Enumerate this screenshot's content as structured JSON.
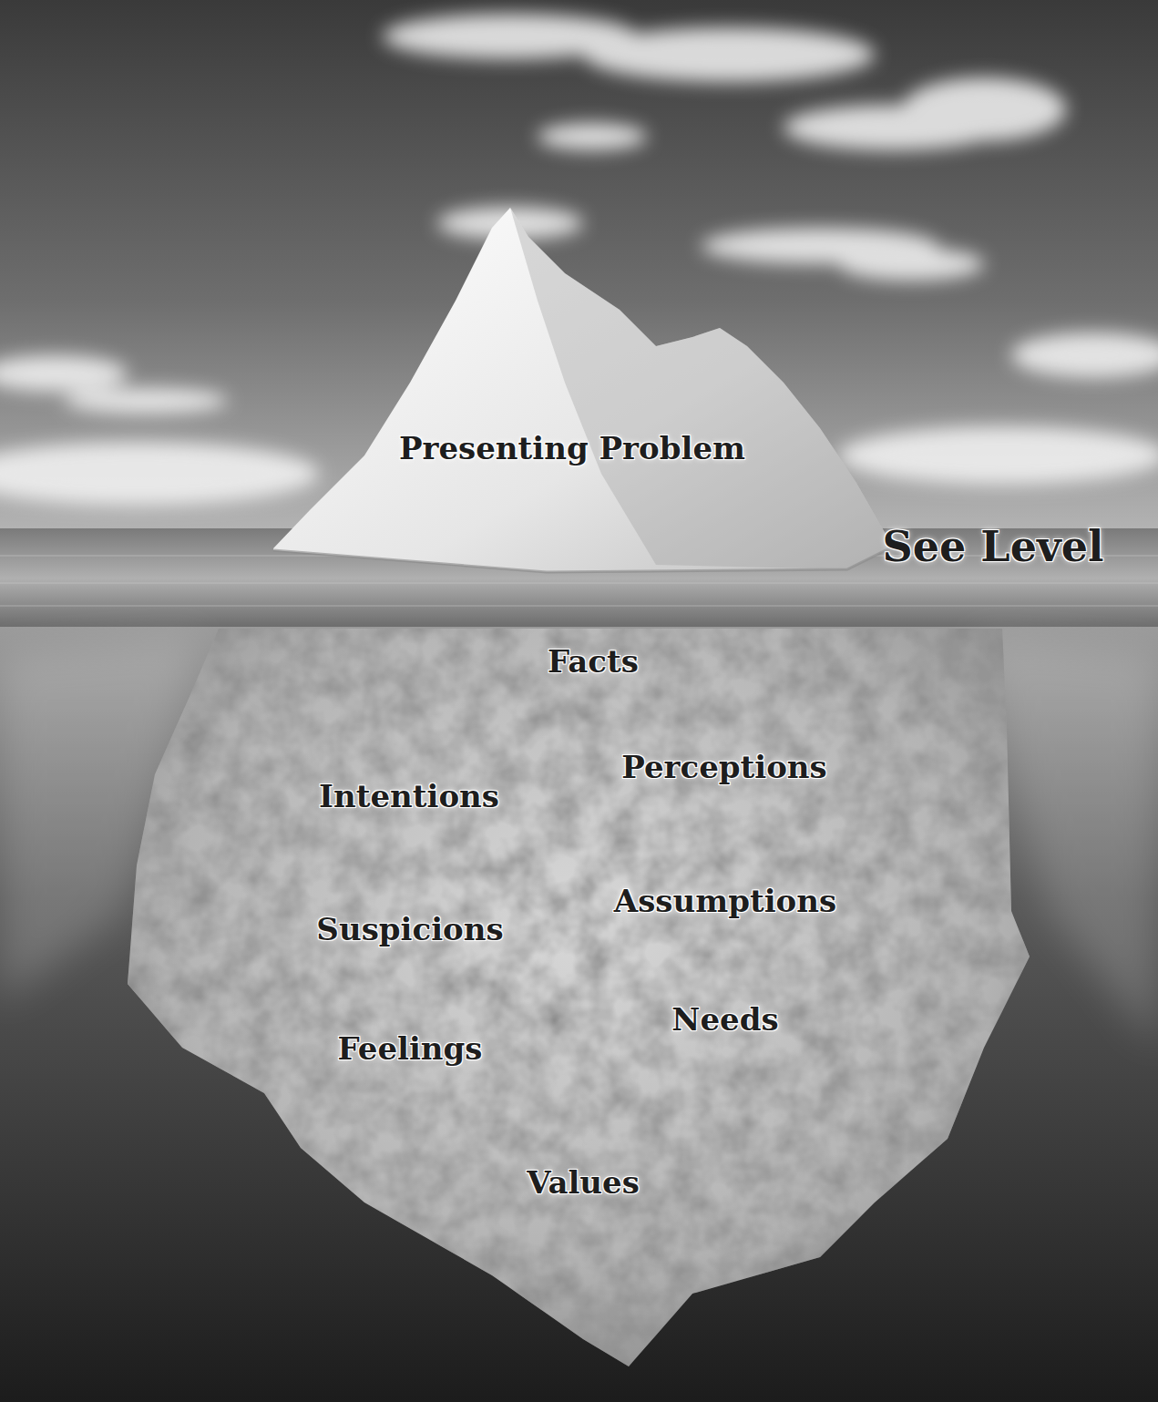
{
  "diagram": {
    "labels": [
      "Presenting Problem",
      "See Level",
      "Facts",
      "Perceptions",
      "Intentions",
      "Assumptions",
      "Suspicions",
      "Needs",
      "Feelings",
      "Values"
    ]
  }
}
